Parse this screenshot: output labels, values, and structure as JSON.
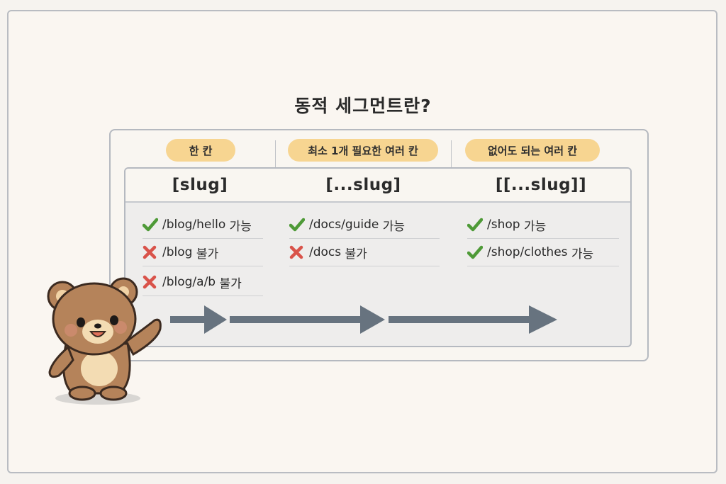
{
  "title": "동적 세그먼트란?",
  "columns": [
    {
      "badge": "한 칸",
      "pattern": "[slug]",
      "examples": [
        {
          "status": "ok",
          "icon": "check-icon",
          "path": "/blog/hello",
          "result": "가능"
        },
        {
          "status": "no",
          "icon": "x-icon",
          "path": "/blog",
          "result": "불가"
        },
        {
          "status": "no",
          "icon": "x-icon",
          "path": "/blog/a/b",
          "result": "불가"
        }
      ]
    },
    {
      "badge": "최소 1개 필요한 여러 칸",
      "pattern": "[...slug]",
      "examples": [
        {
          "status": "ok",
          "icon": "check-icon",
          "path": "/docs/guide",
          "result": "가능"
        },
        {
          "status": "no",
          "icon": "x-icon",
          "path": "/docs",
          "result": "불가"
        }
      ]
    },
    {
      "badge": "없어도 되는 여러 칸",
      "pattern": "[[...slug]]",
      "examples": [
        {
          "status": "ok",
          "icon": "check-icon",
          "path": "/shop",
          "result": "가능"
        },
        {
          "status": "ok",
          "icon": "check-icon",
          "path": "/shop/clothes",
          "result": "가능"
        }
      ]
    }
  ],
  "colors": {
    "badge": "#f7d591",
    "check": "#4e9a37",
    "cross": "#d9534a",
    "arrow": "#67737f",
    "border": "#b5b9c0"
  },
  "mascot": "bear-mascot"
}
